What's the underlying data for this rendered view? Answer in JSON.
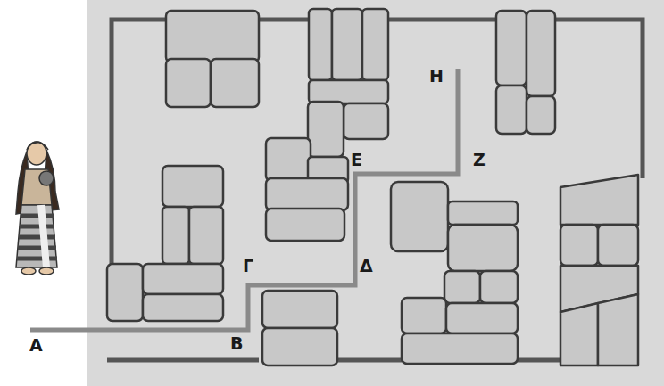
{
  "diagram": {
    "labels": [
      "Α",
      "Β",
      "Γ",
      "Δ",
      "Ε",
      "Ζ",
      "Η"
    ]
  }
}
